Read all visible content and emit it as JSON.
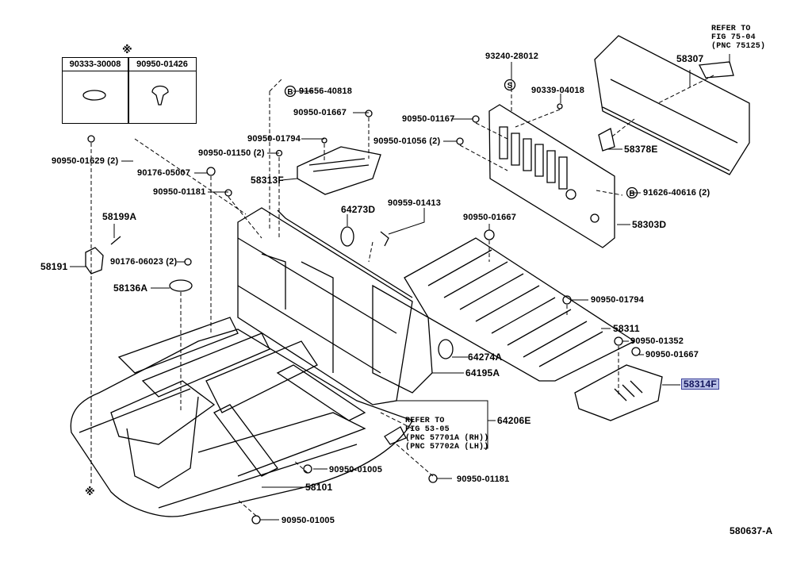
{
  "diagram_id": "580637-A",
  "highlight_color": "#b9c0e6",
  "legend_table": {
    "symbol": "※",
    "columns": [
      "90333-30008",
      "90950-01426"
    ],
    "icons": [
      "o-ring-icon",
      "push-clip-icon"
    ]
  },
  "bottom_symbol": "※",
  "circle_markers": {
    "b": "B",
    "s": "S"
  },
  "labels": {
    "p91656_40818": "91656-40818",
    "p90950_01667_top": "90950-01667",
    "p90950_01794_top": "90950-01794",
    "p90950_01150": "90950-01150 (2)",
    "p58313F": "58313F",
    "p90950_01629": "90950-01629 (2)",
    "p90176_05007": "90176-05007",
    "p90950_01181_top": "90950-01181",
    "p58199A": "58199A",
    "p58191": "58191",
    "p90176_06023": "90176-06023 (2)",
    "p58136A": "58136A",
    "p64273D": "64273D",
    "p90959_01413": "90959-01413",
    "p93240_28012": "93240-28012",
    "p90339_04018": "90339-04018",
    "p90950_01167": "90950-01167",
    "p90950_01056": "90950-01056 (2)",
    "p58307": "58307",
    "p58378E": "58378E",
    "p91626_40616": "91626-40616 (2)",
    "p58303D": "58303D",
    "p90950_01667_mid": "90950-01667",
    "p90950_01794_right": "90950-01794",
    "p58311": "58311",
    "p90950_01352": "90950-01352",
    "p90950_01667_right": "90950-01667",
    "p58314F": "58314F",
    "p64274A": "64274A",
    "p64195A": "64195A",
    "p64206E": "64206E",
    "p90950_01005_mid": "90950-01005",
    "p90950_01181_bottom": "90950-01181",
    "p58101": "58101",
    "p90950_01005_bottom": "90950-01005"
  },
  "refer_notes": {
    "top_right": [
      "REFER TO",
      "FIG 75-04",
      "(PNC 75125)"
    ],
    "bottom": [
      "REFER TO",
      "FIG 53-05",
      "(PNC 57701A (RH))",
      "(PNC 57702A (LH))"
    ]
  }
}
